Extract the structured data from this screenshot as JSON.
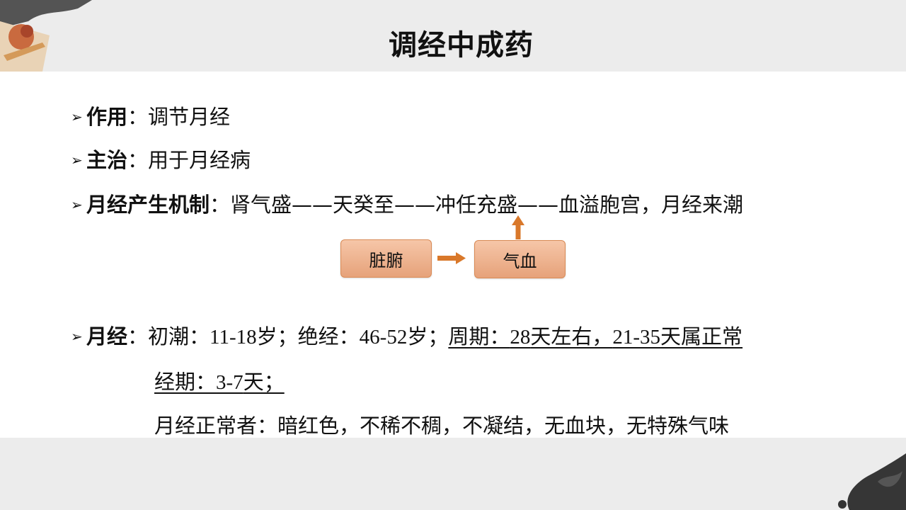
{
  "title": "调经中成药",
  "lines": {
    "line1": {
      "label": "作用",
      "colon": "：",
      "text": "调节月经"
    },
    "line2": {
      "label": "主治",
      "colon": "：",
      "text": "用于月经病"
    },
    "line3": {
      "label": "月经产生机制",
      "colon": "：",
      "text": "肾气盛——天癸至——冲任充盛——血溢胞宫，月经来潮"
    },
    "line4": {
      "label": "月经",
      "colon": "：",
      "p1": "初潮：",
      "p2": "11-18",
      "p3": "岁；绝经：",
      "p4": "46-52",
      "p5": "岁；",
      "u1": "周期：",
      "u2": "28",
      "u3": "天左右，",
      "u4": "21-35",
      "u5": "天属正常"
    },
    "line5": {
      "a": "经期：",
      "b": "3-7",
      "c": "天；"
    },
    "line6": {
      "text": "月经正常者：暗红色，不稀不稠，不凝结，无血块，无特殊气味"
    }
  },
  "diagram": {
    "box1": "脏腑",
    "box2": "气血",
    "box_color": "#f6c6a8",
    "arrow_color": "#d9782a"
  },
  "bullet_glyph": "➢"
}
